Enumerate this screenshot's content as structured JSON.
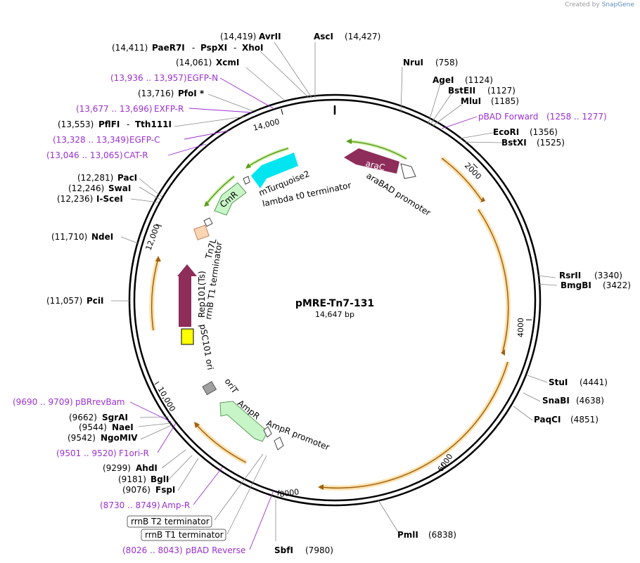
{
  "watermark": {
    "created_by": "Created by",
    "brand": "SnapGene"
  },
  "plasmid": {
    "name": "pMRE-Tn7-131",
    "size": "14,647 bp"
  },
  "ticks": [
    "2000",
    "4000",
    "6000",
    "8000",
    "10,000",
    "12,000",
    "14,000"
  ],
  "sites": [
    {
      "name": "AvrII",
      "pos": "(14,419)"
    },
    {
      "name": "AscI",
      "pos": "(14,427)"
    },
    {
      "name": "PaeR7I",
      "pos": "(14,411)"
    },
    {
      "name": "PspXI",
      "pos": ""
    },
    {
      "name": "XhoI",
      "pos": ""
    },
    {
      "name": "XcmI",
      "pos": "(14,061)"
    },
    {
      "name": "PfoI *",
      "pos": "(13,716)"
    },
    {
      "name": "PflFI",
      "pos": "(13,553)"
    },
    {
      "name": "Tth111I",
      "pos": ""
    },
    {
      "name": "PacI",
      "pos": "(12,281)"
    },
    {
      "name": "SwaI",
      "pos": "(12,246)"
    },
    {
      "name": "I-SceI",
      "pos": "(12,236)"
    },
    {
      "name": "NdeI",
      "pos": "(11,710)"
    },
    {
      "name": "PciI",
      "pos": "(11,057)"
    },
    {
      "name": "SgrAI",
      "pos": "(9662)"
    },
    {
      "name": "NaeI",
      "pos": "(9544)"
    },
    {
      "name": "NgoMIV",
      "pos": "(9542)"
    },
    {
      "name": "AhdI",
      "pos": "(9299)"
    },
    {
      "name": "BglI",
      "pos": "(9181)"
    },
    {
      "name": "FspI",
      "pos": "(9076)"
    },
    {
      "name": "SbfI",
      "pos": "(7980)"
    },
    {
      "name": "PmlI",
      "pos": "(6838)"
    },
    {
      "name": "PaqCI",
      "pos": "(4851)"
    },
    {
      "name": "SnaBI",
      "pos": "(4638)"
    },
    {
      "name": "StuI",
      "pos": "(4441)"
    },
    {
      "name": "RsrII",
      "pos": "(3340)"
    },
    {
      "name": "BmgBI",
      "pos": "(3422)"
    },
    {
      "name": "NruI",
      "pos": "(758)"
    },
    {
      "name": "AgeI",
      "pos": "(1124)"
    },
    {
      "name": "BstEII",
      "pos": "(1127)"
    },
    {
      "name": "MluI",
      "pos": "(1185)"
    },
    {
      "name": "EcoRI",
      "pos": "(1356)"
    },
    {
      "name": "BstXI",
      "pos": "(1525)"
    }
  ],
  "primers": [
    {
      "range": "(13,936 .. 13,957)",
      "name": "EGFP-N"
    },
    {
      "range": "(13,677 .. 13,696)",
      "name": "EXFP-R"
    },
    {
      "range": "(13,328 .. 13,349)",
      "name": "EGFP-C"
    },
    {
      "range": "(13,046 .. 13,065)",
      "name": "CAT-R"
    },
    {
      "range": "(1258 .. 1277)",
      "name": "pBAD Forward"
    },
    {
      "range": "(9690 .. 9709)",
      "name": "pBRrevBam"
    },
    {
      "range": "(9501 .. 9520)",
      "name": "F1ori-R"
    },
    {
      "range": "(8730 .. 8749)",
      "name": "Amp-R"
    },
    {
      "range": "(8026 .. 8043)",
      "name": "pBAD Reverse"
    }
  ],
  "features": {
    "araC": "araC",
    "araBAD_promoter": "araBAD promoter",
    "mTurquoise2": "mTurquoise2",
    "lambda_t0": "lambda t0 terminator",
    "CmR": "CmR",
    "Tn7L": "Tn7L",
    "rrnB_T1_term_inner": "rrnB T1 terminator",
    "Rep101": "Rep101(Ts)",
    "pSC101_ori": "pSC101 ori",
    "oriT": "oriT",
    "AmpR": "AmpR",
    "AmpR_promoter": "AmpR promoter",
    "rrnB_T2_box": "rrnB T2 terminator",
    "rrnB_T1_box": "rrnB T1 terminator"
  },
  "colors": {
    "orf_arrow": "#f5a623",
    "primer": "#9b30d0",
    "araC": "#8e2c5a",
    "rep101": "#8e2c5a",
    "mturquoise": "#00e5f0",
    "cmr": "#c8f5c8",
    "ampr": "#c8f5c8",
    "ori": "#ffff00",
    "tn7l": "#fdd5b1",
    "orit": "#a0a0a0",
    "green_arrow": "#5a9e1f"
  }
}
